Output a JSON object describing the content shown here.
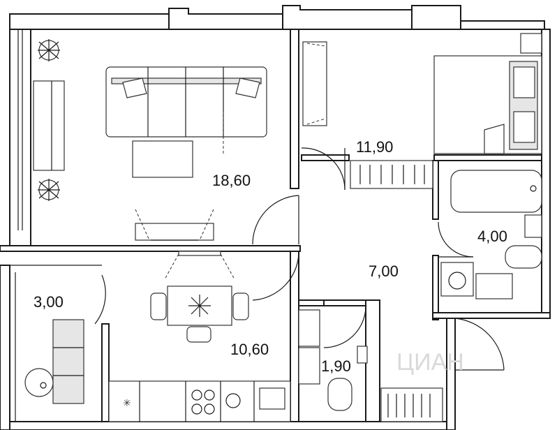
{
  "floor_plan": {
    "rooms": [
      {
        "id": "living",
        "area": "18,60"
      },
      {
        "id": "bedroom",
        "area": "11,90"
      },
      {
        "id": "hall",
        "area": "7,00"
      },
      {
        "id": "bathroom",
        "area": "4,00"
      },
      {
        "id": "balcony",
        "area": "3,00"
      },
      {
        "id": "kitchen",
        "area": "10,60"
      },
      {
        "id": "wc",
        "area": "1,90"
      }
    ],
    "watermark": "ЦИАН"
  },
  "colors": {
    "wall": "#1a1a1a",
    "furniture_fill": "#e6e6e6",
    "background": "#ffffff"
  }
}
